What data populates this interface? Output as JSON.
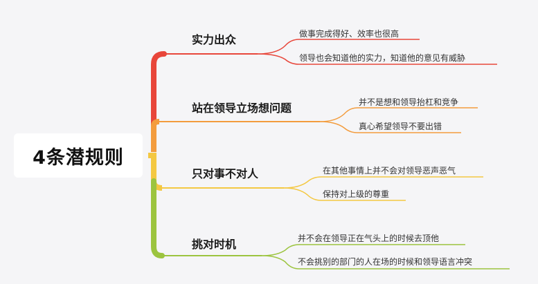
{
  "root": {
    "label": "4条潜规则"
  },
  "colors": {
    "branch1": "#e8463a",
    "branch2": "#f39c3d",
    "branch3": "#f4c842",
    "branch4": "#9cc43f"
  },
  "branches": [
    {
      "title": "实力出众",
      "leaves": [
        "做事完成得好、效率也很高",
        "领导也会知道他的实力，知道他的意见有威胁"
      ]
    },
    {
      "title": "站在领导立场想问题",
      "leaves": [
        "并不是想和领导抬杠和竞争",
        "真心希望领导不要出错"
      ]
    },
    {
      "title": "只对事不对人",
      "leaves": [
        "在其他事情上并不会对领导恶声恶气",
        "保持对上级的尊重"
      ]
    },
    {
      "title": "挑对时机",
      "leaves": [
        "并不会在领导正在气头上的时候去顶他",
        "不会挑别的部门的人在场的时候和领导语言冲突"
      ]
    }
  ]
}
